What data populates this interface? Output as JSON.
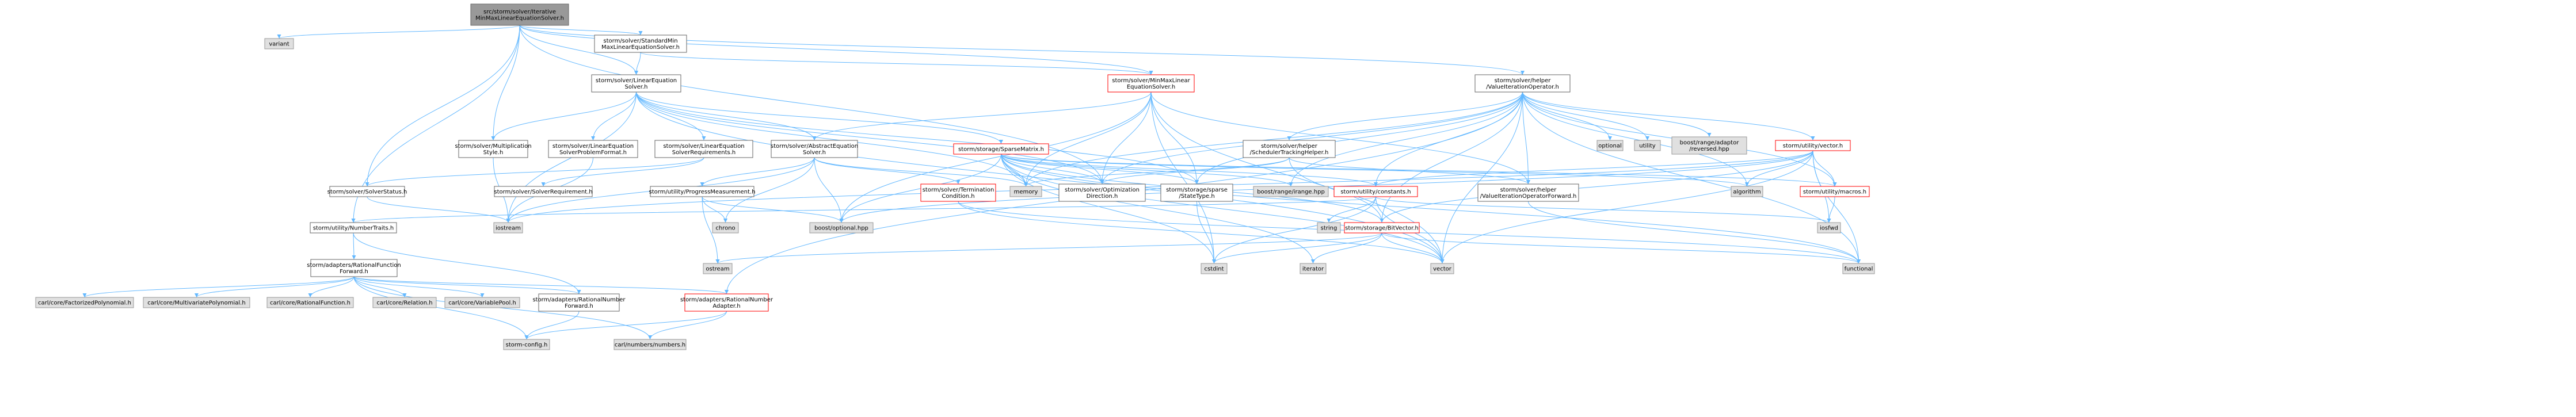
{
  "nodes": {
    "root": [
      "src/storm/solver/Iterative",
      "MinMaxLinearEquationSolver.h"
    ],
    "variant": [
      "variant"
    ],
    "std_minmax": [
      "storm/solver/StandardMin",
      "MaxLinearEquationSolver.h"
    ],
    "lin_eq": [
      "storm/solver/LinearEquation",
      "Solver.h"
    ],
    "minmax_lin": [
      "storm/solver/MinMaxLinear",
      "EquationSolver.h"
    ],
    "vi_op": [
      "storm/solver/helper",
      "/ValueIterationOperator.h"
    ],
    "mult_style": [
      "storm/solver/Multiplication",
      "Style.h"
    ],
    "prob_format": [
      "storm/solver/LinearEquation",
      "SolverProblemFormat.h"
    ],
    "lin_req": [
      "storm/solver/LinearEquation",
      "SolverRequirements.h"
    ],
    "abs_eq": [
      "storm/solver/AbstractEquation",
      "Solver.h"
    ],
    "sparse_matrix": [
      "storm/storage/SparseMatrix.h"
    ],
    "sched_track": [
      "storm/solver/helper",
      "/SchedulerTrackingHelper.h"
    ],
    "optional": [
      "optional"
    ],
    "utility": [
      "utility"
    ],
    "boost_reversed": [
      "boost/range/adaptor",
      "/reversed.hpp"
    ],
    "util_vector": [
      "storm/utility/vector.h"
    ],
    "solver_status": [
      "storm/solver/SolverStatus.h"
    ],
    "solver_req": [
      "storm/solver/SolverRequirement.h"
    ],
    "progress": [
      "storm/utility/ProgressMeasurement.h"
    ],
    "termination": [
      "storm/solver/Termination",
      "Condition.h"
    ],
    "memory": [
      "memory"
    ],
    "opt_dir": [
      "storm/solver/Optimization",
      "Direction.h"
    ],
    "state_type": [
      "storm/storage/sparse",
      "/StateType.h"
    ],
    "boost_range": [
      "boost/range/irange.hpp"
    ],
    "constants": [
      "storm/utility/constants.h"
    ],
    "vi_fwd": [
      "storm/solver/helper",
      "/ValueIterationOperatorForward.h"
    ],
    "algorithm": [
      "algorithm"
    ],
    "macros": [
      "storm/utility/macros.h"
    ],
    "number_traits": [
      "storm/utility/NumberTraits.h"
    ],
    "iostream": [
      "iostream"
    ],
    "chrono": [
      "chrono"
    ],
    "boost_optional": [
      "boost/optional.hpp"
    ],
    "string": [
      "string"
    ],
    "bitvector": [
      "storm/storage/BitVector.h"
    ],
    "iosfwd": [
      "iosfwd"
    ],
    "rf_fwd": [
      "storm/adapters/RationalFunction",
      "Forward.h"
    ],
    "ostream": [
      "ostream"
    ],
    "cstdint": [
      "cstdint"
    ],
    "iterator": [
      "iterator"
    ],
    "vector": [
      "vector"
    ],
    "functional": [
      "functional"
    ],
    "carl_fpoly": [
      "carl/core/FactorizedPolynomial.h"
    ],
    "carl_mpoly": [
      "carl/core/MultivariatePolynomial.h"
    ],
    "carl_rf": [
      "carl/core/RationalFunction.h"
    ],
    "carl_rel": [
      "carl/core/Relation.h"
    ],
    "carl_varpool": [
      "carl/core/VariablePool.h"
    ],
    "rn_fwd": [
      "storm/adapters/RationalNumber",
      "Forward.h"
    ],
    "rn_adapter": [
      "storm/adapters/RationalNumber",
      "Adapter.h"
    ],
    "storm_config": [
      "storm-config.h"
    ],
    "carl_numbers": [
      "carl/numbers/numbers.h"
    ]
  },
  "edges": [
    [
      "root",
      "variant"
    ],
    [
      "root",
      "std_minmax"
    ],
    [
      "root",
      "lin_eq"
    ],
    [
      "root",
      "mult_style"
    ],
    [
      "root",
      "solver_status"
    ],
    [
      "root",
      "opt_dir"
    ],
    [
      "root",
      "vi_op"
    ],
    [
      "root",
      "number_traits"
    ],
    [
      "root",
      "minmax_lin"
    ],
    [
      "std_minmax",
      "lin_eq"
    ],
    [
      "std_minmax",
      "minmax_lin"
    ],
    [
      "lin_eq",
      "mult_style"
    ],
    [
      "lin_eq",
      "prob_format"
    ],
    [
      "lin_eq",
      "lin_req"
    ],
    [
      "lin_eq",
      "abs_eq"
    ],
    [
      "lin_eq",
      "sparse_matrix"
    ],
    [
      "lin_eq",
      "memory"
    ],
    [
      "lin_eq",
      "opt_dir"
    ],
    [
      "lin_eq",
      "iostream"
    ],
    [
      "lin_eq",
      "vector"
    ],
    [
      "lin_eq",
      "state_type"
    ],
    [
      "minmax_lin",
      "abs_eq"
    ],
    [
      "minmax_lin",
      "opt_dir"
    ],
    [
      "minmax_lin",
      "memory"
    ],
    [
      "minmax_lin",
      "state_type"
    ],
    [
      "minmax_lin",
      "vi_fwd"
    ],
    [
      "minmax_lin",
      "boost_optional"
    ],
    [
      "minmax_lin",
      "cstdint"
    ],
    [
      "minmax_lin",
      "vector"
    ],
    [
      "vi_op",
      "optional"
    ],
    [
      "vi_op",
      "utility"
    ],
    [
      "vi_op",
      "boost_reversed"
    ],
    [
      "vi_op",
      "util_vector"
    ],
    [
      "vi_op",
      "sched_track"
    ],
    [
      "vi_op",
      "vi_fwd"
    ],
    [
      "vi_op",
      "opt_dir"
    ],
    [
      "vi_op",
      "state_type"
    ],
    [
      "vi_op",
      "boost_range"
    ],
    [
      "vi_op",
      "constants"
    ],
    [
      "vi_op",
      "algorithm"
    ],
    [
      "vi_op",
      "macros"
    ],
    [
      "vi_op",
      "bitvector"
    ],
    [
      "vi_op",
      "vector"
    ],
    [
      "vi_op",
      "functional"
    ],
    [
      "vi_op",
      "rn_adapter"
    ],
    [
      "vi_op",
      "memory"
    ],
    [
      "mult_style",
      "iostream"
    ],
    [
      "prob_format",
      "iostream"
    ],
    [
      "lin_req",
      "solver_req"
    ],
    [
      "lin_req",
      "solver_status"
    ],
    [
      "abs_eq",
      "memory"
    ],
    [
      "abs_eq",
      "chrono"
    ],
    [
      "abs_eq",
      "iostream"
    ],
    [
      "abs_eq",
      "progress"
    ],
    [
      "abs_eq",
      "termination"
    ],
    [
      "abs_eq",
      "boost_optional"
    ],
    [
      "sparse_matrix",
      "algorithm"
    ],
    [
      "sparse_matrix",
      "boost_range"
    ],
    [
      "sparse_matrix",
      "boost_optional"
    ],
    [
      "sparse_matrix",
      "cstdint"
    ],
    [
      "sparse_matrix",
      "iterator"
    ],
    [
      "sparse_matrix",
      "vector"
    ],
    [
      "sparse_matrix",
      "constants"
    ],
    [
      "sparse_matrix",
      "memory"
    ],
    [
      "sparse_matrix",
      "functional"
    ],
    [
      "sparse_matrix",
      "opt_dir"
    ],
    [
      "sparse_matrix",
      "state_type"
    ],
    [
      "sparse_matrix",
      "bitvector"
    ],
    [
      "sparse_matrix",
      "macros"
    ],
    [
      "sched_track",
      "opt_dir"
    ],
    [
      "sched_track",
      "vi_fwd"
    ],
    [
      "sched_track",
      "bitvector"
    ],
    [
      "sched_track",
      "memory"
    ],
    [
      "util_vector",
      "algorithm"
    ],
    [
      "util_vector",
      "boost_optional"
    ],
    [
      "util_vector",
      "functional"
    ],
    [
      "util_vector",
      "iosfwd"
    ],
    [
      "util_vector",
      "iostream"
    ],
    [
      "util_vector",
      "constants"
    ],
    [
      "util_vector",
      "macros"
    ],
    [
      "util_vector",
      "vector"
    ],
    [
      "util_vector",
      "bitvector"
    ],
    [
      "solver_status",
      "iostream"
    ],
    [
      "progress",
      "chrono"
    ],
    [
      "progress",
      "ostream"
    ],
    [
      "progress",
      "boost_optional"
    ],
    [
      "termination",
      "vector"
    ],
    [
      "termination",
      "functional"
    ],
    [
      "state_type",
      "cstdint"
    ],
    [
      "constants",
      "number_traits"
    ],
    [
      "constants",
      "iosfwd"
    ],
    [
      "constants",
      "string"
    ],
    [
      "constants",
      "cstdint"
    ],
    [
      "constants",
      "vector"
    ],
    [
      "vi_fwd",
      "functional"
    ],
    [
      "macros",
      "iosfwd"
    ],
    [
      "number_traits",
      "rf_fwd"
    ],
    [
      "number_traits",
      "rn_fwd"
    ],
    [
      "bitvector",
      "ostream"
    ],
    [
      "bitvector",
      "cstdint"
    ],
    [
      "bitvector",
      "iterator"
    ],
    [
      "bitvector",
      "vector"
    ],
    [
      "bitvector",
      "functional"
    ],
    [
      "rf_fwd",
      "carl_fpoly"
    ],
    [
      "rf_fwd",
      "carl_mpoly"
    ],
    [
      "rf_fwd",
      "carl_rf"
    ],
    [
      "rf_fwd",
      "carl_rel"
    ],
    [
      "rf_fwd",
      "carl_varpool"
    ],
    [
      "rf_fwd",
      "rn_fwd"
    ],
    [
      "rf_fwd",
      "rn_adapter"
    ],
    [
      "rf_fwd",
      "storm_config"
    ],
    [
      "rf_fwd",
      "carl_numbers"
    ],
    [
      "rn_fwd",
      "storm_config"
    ],
    [
      "rn_adapter",
      "storm_config"
    ],
    [
      "rn_adapter",
      "carl_numbers"
    ]
  ]
}
